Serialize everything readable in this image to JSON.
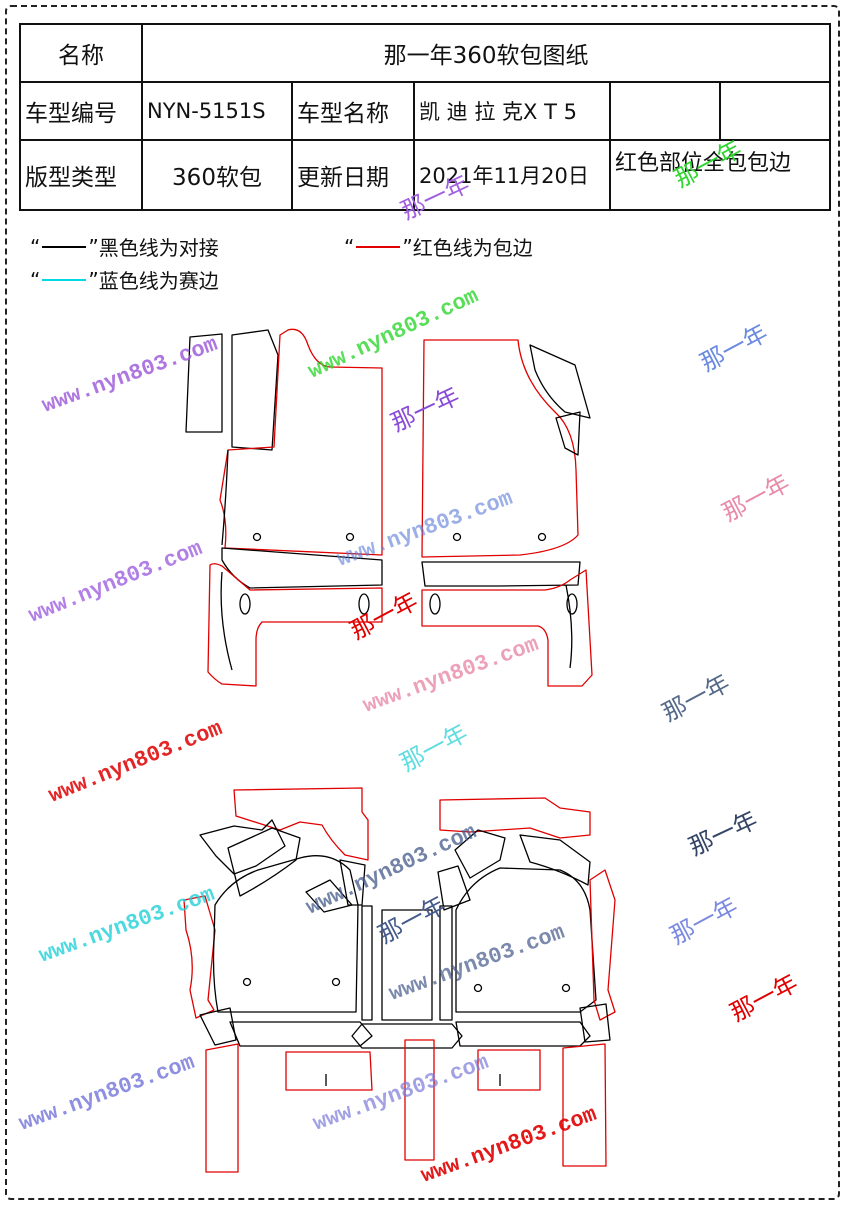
{
  "table": {
    "name_label": "名称",
    "name_value": "那一年360软包图纸",
    "model_no_label": "车型编号",
    "model_no_value": "NYN-5151S",
    "model_name_label": "车型名称",
    "model_name_value": "凯 迪 拉 克X T 5",
    "type_label": "版型类型",
    "type_value": "360软包",
    "date_label": "更新日期",
    "date_value": "2021年11月20日",
    "note": "红色部位全包包边"
  },
  "legend": {
    "black": {
      "quote_open": "“",
      "quote_close": "”",
      "text": "黑色线为对接",
      "color": "#000000"
    },
    "red": {
      "quote_open": "“",
      "quote_close": "”",
      "text": "红色线为包边",
      "color": "#e00000"
    },
    "cyan": {
      "quote_open": "“",
      "quote_close": "”",
      "text": "蓝色线为赛边",
      "color": "#00d8e8"
    }
  },
  "watermarks": {
    "url_text": "www.nyn803.com",
    "brand_text": "那一年"
  },
  "colors": {
    "outline_black": "#000000",
    "outline_red": "#e00000"
  }
}
